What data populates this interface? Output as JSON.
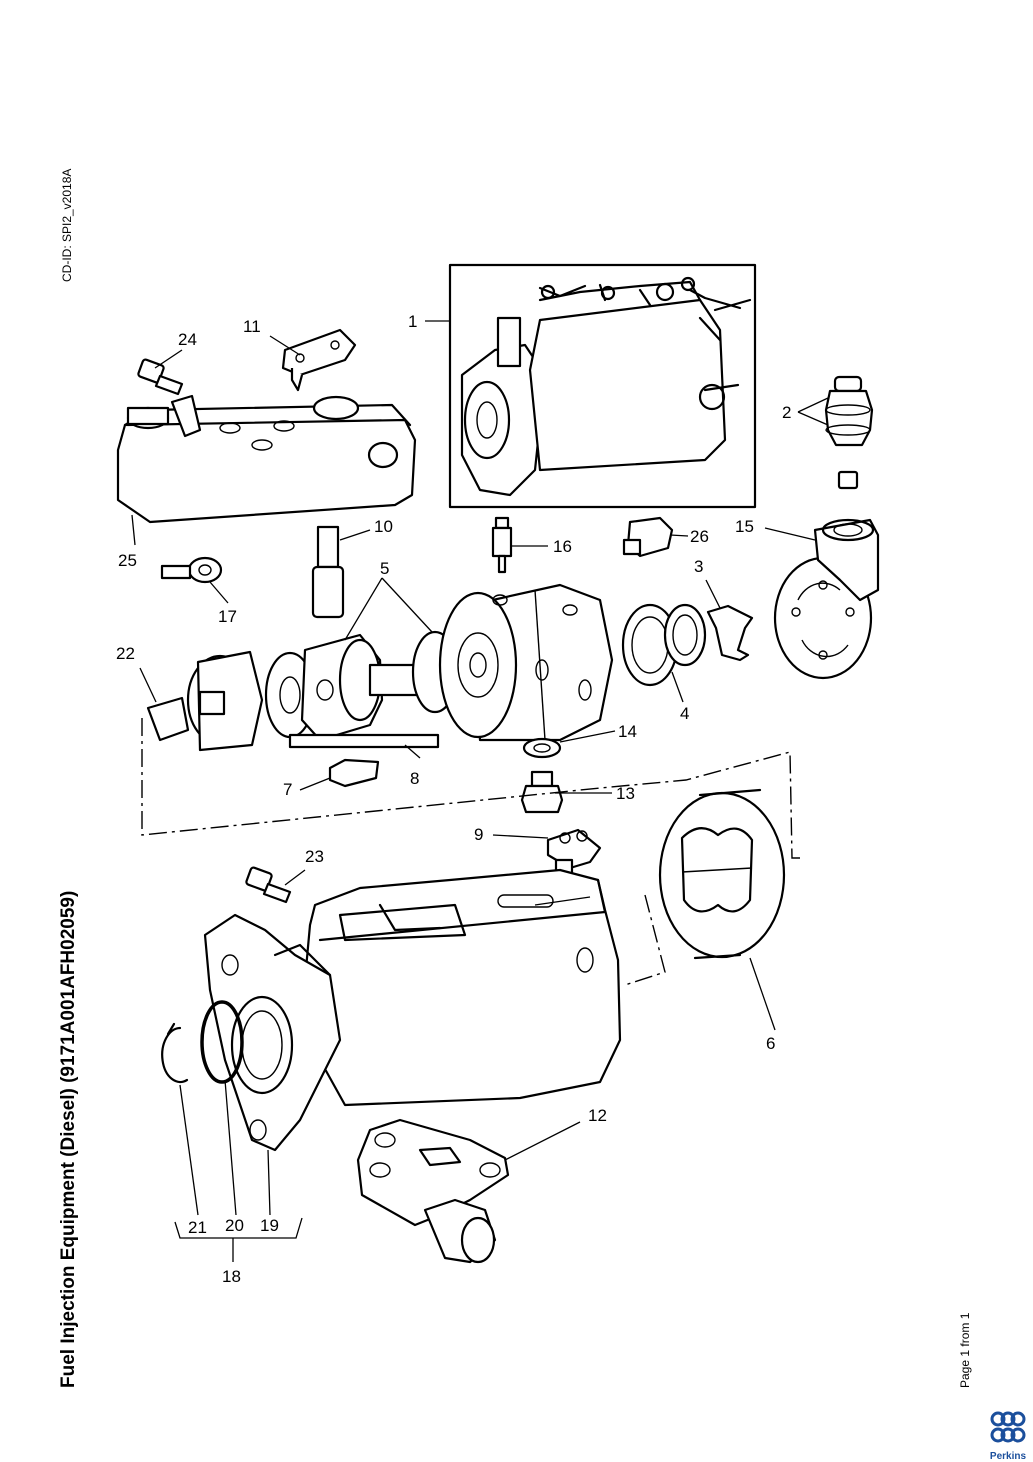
{
  "header": {
    "doc_id": "CD-ID: SPI2_v2018A"
  },
  "title": "Fuel Injection Equipment (Diesel) (9171A001AFH02059)",
  "footer": {
    "page_info": "Page 1 from 1",
    "brand": "Perkins"
  },
  "callouts": {
    "c1": "1",
    "c2": "2",
    "c3": "3",
    "c4": "4",
    "c5": "5",
    "c6": "6",
    "c7": "7",
    "c8": "8",
    "c9": "9",
    "c10": "10",
    "c11": "11",
    "c12": "12",
    "c13": "13",
    "c14": "14",
    "c15": "15",
    "c16": "16",
    "c17": "17",
    "c18": "18",
    "c19": "19",
    "c20": "20",
    "c21": "21",
    "c22": "22",
    "c23": "23",
    "c24": "24",
    "c25": "25",
    "c26": "26"
  },
  "colors": {
    "line": "#000000",
    "logo": "#1b4f9c"
  }
}
